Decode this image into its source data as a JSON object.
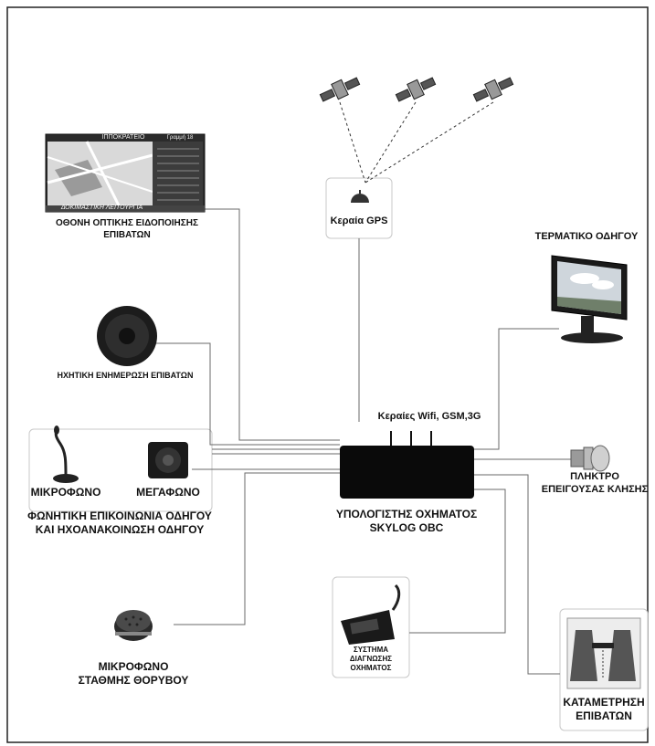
{
  "nodes": {
    "passenger_display": {
      "label_line1": "ΟΘΟΝΗ ΟΠΤΙΚΗΣ ΕΙΔΟΠΟΙΗΣΗΣ",
      "label_line2": "ΕΠΙΒΑΤΩΝ",
      "screen_title": "ΙΠΠΟΚΡΑΤΕΙΟ",
      "screen_line": "Γραμμή 18",
      "screen_footer": "ΔΟΚΙΜΑΣΤΙΚΗ ΛΕΙΤΟΥΡΓΙΑ"
    },
    "gps_antenna": {
      "label": "Κεραία GPS"
    },
    "driver_terminal": {
      "label": "ΤΕΡΜΑΤΙΚΟ ΟΔΗΓΟΥ"
    },
    "audio_announcement": {
      "label": "ΗΧΗΤΙΚΗ ΕΝΗΜΕΡΩΣΗ ΕΠΙΒΑΤΩΝ"
    },
    "antennas": {
      "label": "Κεραίες Wifi, GSM,3G"
    },
    "microphone": {
      "label": "ΜΙΚΡΟΦΩΝΟ"
    },
    "megaphone": {
      "label": "ΜΕΓΑΦΩΝΟ"
    },
    "voice_comm": {
      "label_line1": "ΦΩΝΗΤΙΚΗ ΕΠΙΚΟΙΝΩΝΙΑ ΟΔΗΓΟΥ",
      "label_line2": "ΚΑΙ ΗΧΟΑΝΑΚΟΙΝΩΣΗ ΟΔΗΓΟΥ"
    },
    "computer": {
      "label_line1": "ΥΠΟΛΟΓΙΣΤΗΣ ΟΧΗΜΑΤΟΣ",
      "label_line2": "SKYLOG OBC"
    },
    "emergency_button": {
      "label_line1": "ΠΛΗΚΤΡΟ",
      "label_line2": "ΕΠΕΙΓΟΥΣΑΣ ΚΛΗΣΗΣ"
    },
    "noise_mic": {
      "label_line1": "ΜΙΚΡΟΦΩΝΟ",
      "label_line2": "ΣΤΑΘΜΗΣ ΘΟΡΥΒΟΥ"
    },
    "diagnostics": {
      "label_line1": "ΣΥΣΤΗΜΑ",
      "label_line2": "ΔΙΑΓΝΩΣΗΣ",
      "label_line3": "ΟΧΗΜΑΤΟΣ"
    },
    "passenger_counting": {
      "label_line1": "ΚΑΤΑΜΕΤΡΗΣΗ",
      "label_line2": "ΕΠΙΒΑΤΩΝ"
    }
  }
}
